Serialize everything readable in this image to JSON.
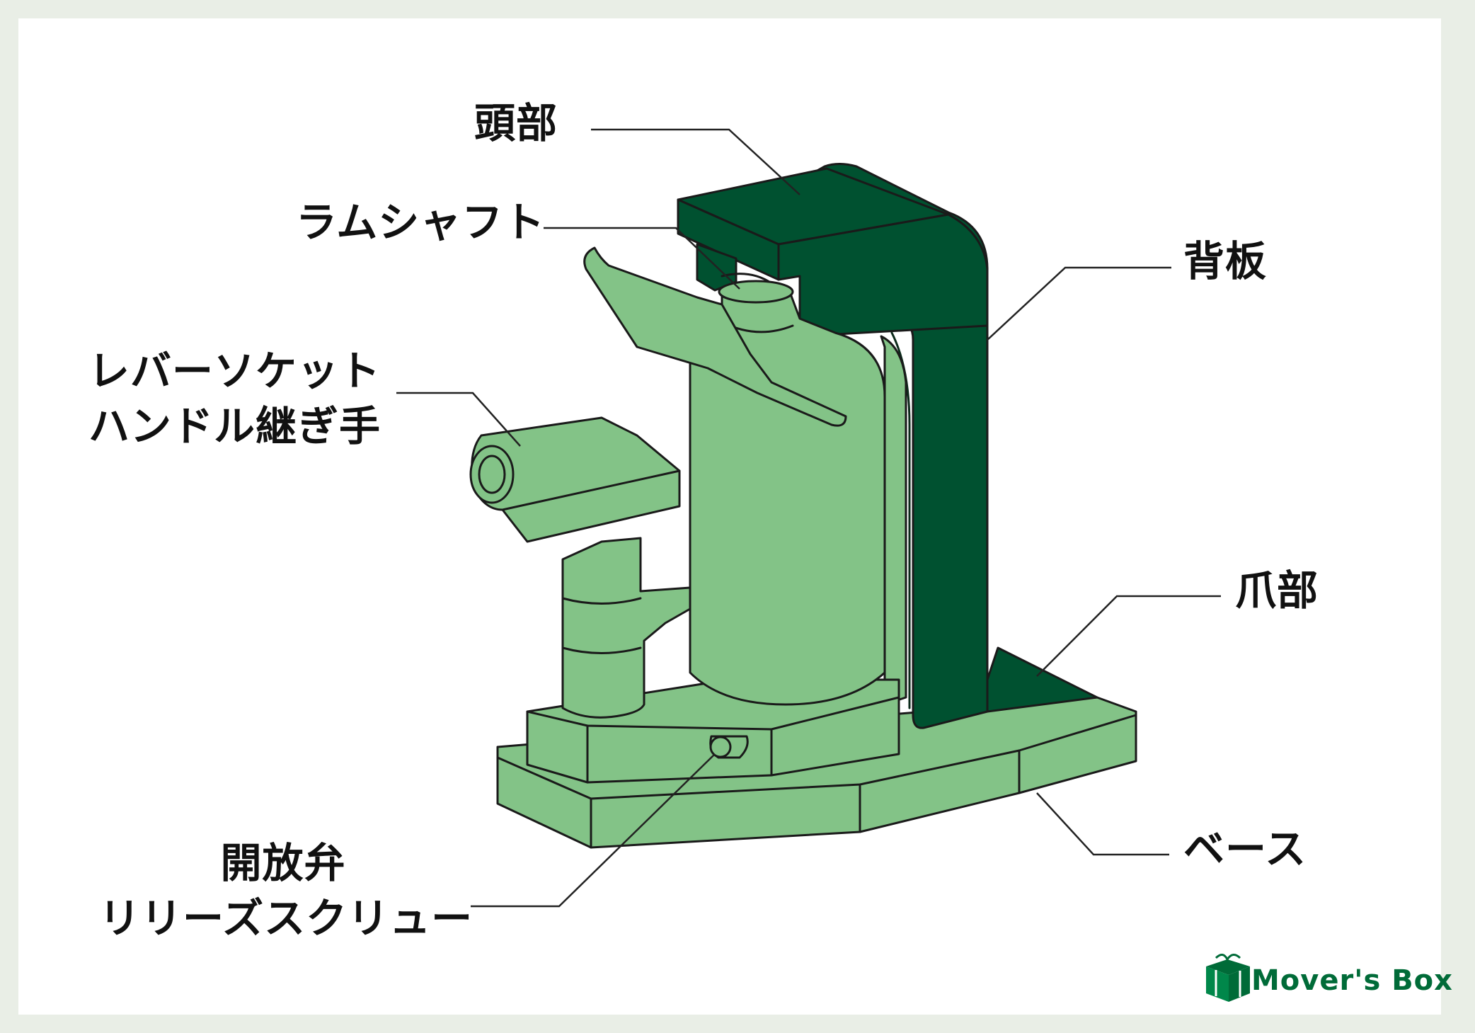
{
  "labels": {
    "head": "頭部",
    "ram_shaft": "ラムシャフト",
    "lever_socket": [
      "レバーソケット",
      "ハンドル継ぎ手"
    ],
    "back_plate": "背板",
    "claw": "爪部",
    "release_valve": [
      "開放弁",
      "リリーズスクリュー"
    ],
    "base": "ベース"
  },
  "logo": {
    "text": "Mover's Box",
    "icon": "gift-box-icon"
  },
  "colors": {
    "light_green": "#83c387",
    "dark_green": "#005130",
    "outline": "#1a1a1a",
    "leader": "#222222",
    "logo_green": "#006b38",
    "background": "#e9eee6"
  }
}
